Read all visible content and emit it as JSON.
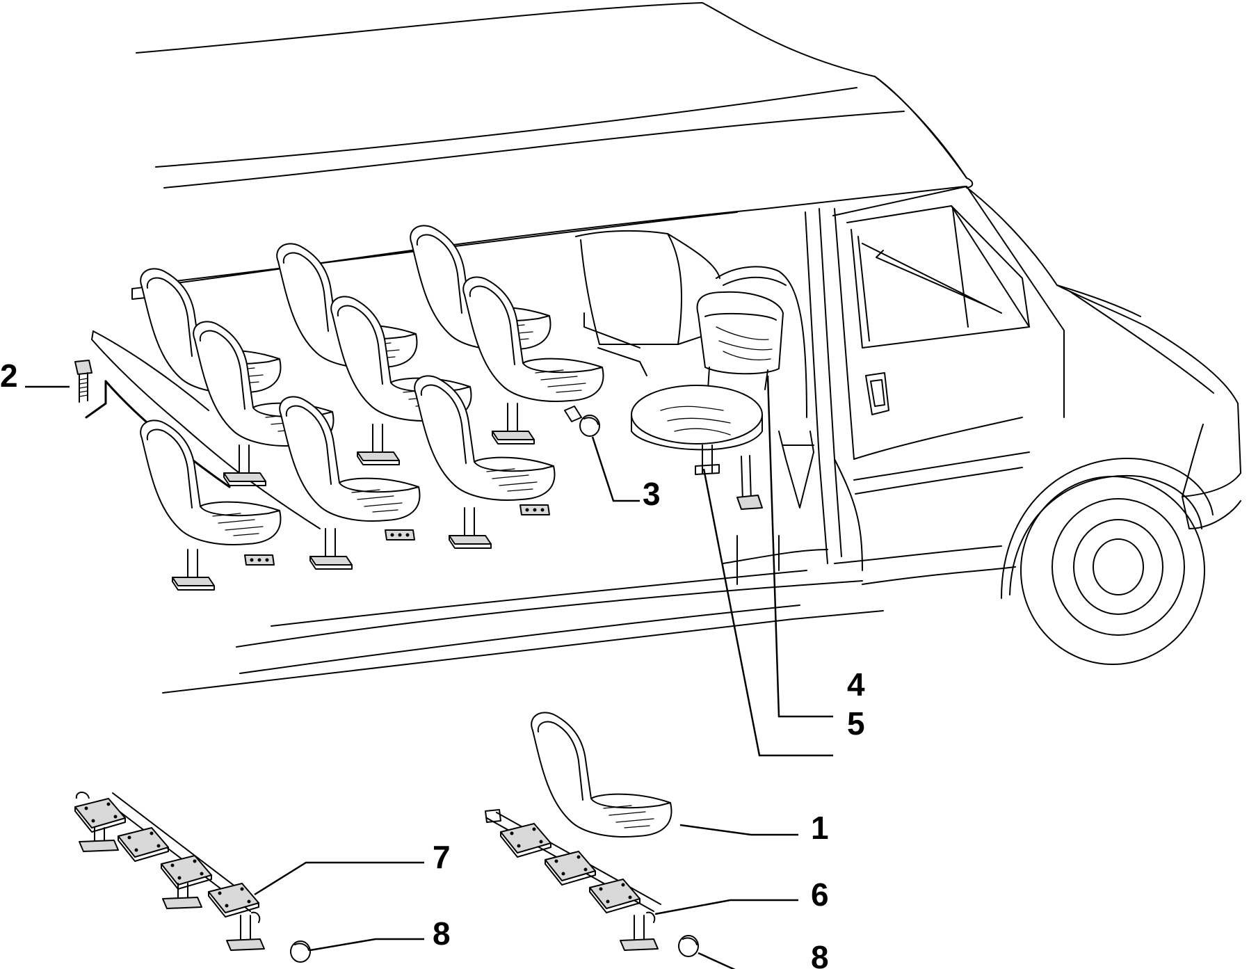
{
  "callouts": [
    {
      "id": "c1",
      "label": "1"
    },
    {
      "id": "c2",
      "label": "2"
    },
    {
      "id": "c3",
      "label": "3"
    },
    {
      "id": "c4",
      "label": "4"
    },
    {
      "id": "c5",
      "label": "5"
    },
    {
      "id": "c6",
      "label": "6"
    },
    {
      "id": "c7",
      "label": "7"
    },
    {
      "id": "c8a",
      "label": "8"
    },
    {
      "id": "c8b",
      "label": "8"
    }
  ]
}
